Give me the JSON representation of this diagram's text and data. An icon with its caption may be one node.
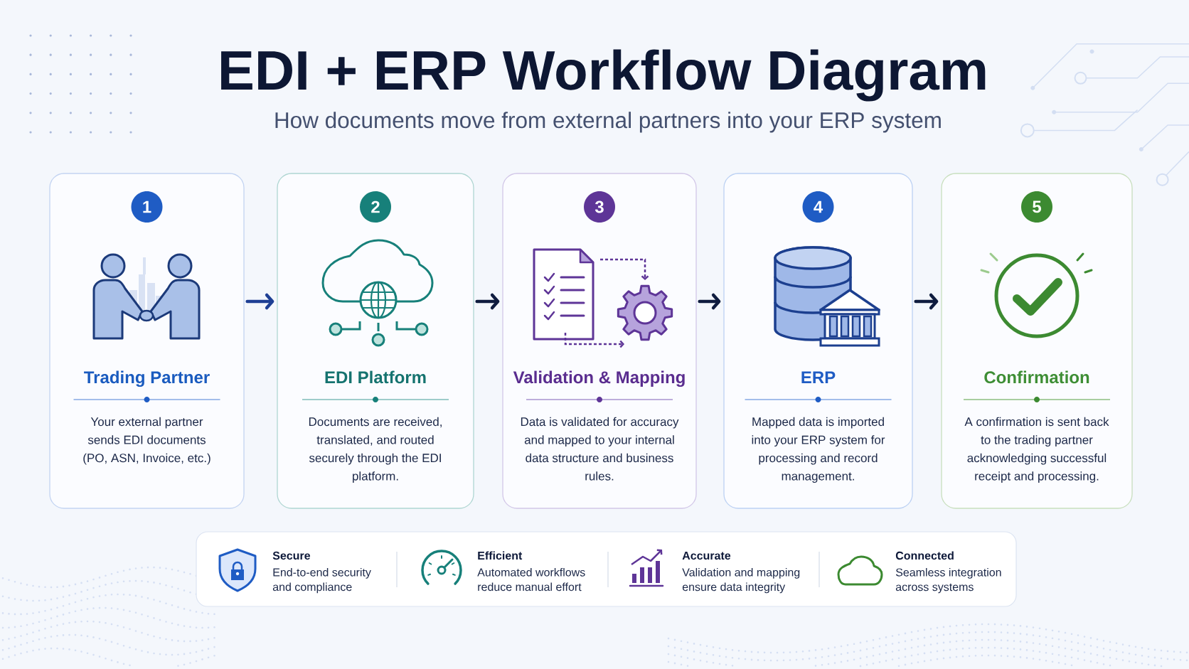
{
  "diagram": {
    "title": "EDI + ERP Workflow Diagram",
    "nodes": [
      {
        "text": [
          "Trading Partner",
          "Your external partner sends EDI documents (PO, ASN, Invoice, etc.)"
        ]
      },
      {
        "text": [
          "1"
        ],
        "in": 0
      },
      {
        "text": [
          "EDI Platform",
          "Documents are received, translated, and routed securely through the EDI platform."
        ]
      },
      {
        "text": [
          "2"
        ],
        "in": 2
      },
      {
        "text": [
          "Validation & Mapping",
          "Data is validated for accuracy and mapped to your internal data structure and business rules."
        ]
      },
      {
        "text": [
          "3"
        ],
        "in": 4
      },
      {
        "text": [
          "ERP",
          "Mapped data is imported into your ERP system for processing and record management."
        ]
      },
      {
        "text": [
          "4"
        ],
        "in": 6
      },
      {
        "text": [
          "Confirmation",
          "A confirmation is sent back to the trading partner acknowledging successful receipt and processing."
        ]
      },
      {
        "text": [
          "5"
        ],
        "in": 8
      },
      {
        "text": [
          "Secure",
          "End-to-end security and compliance",
          "Efficient",
          "Automated workflows reduce manual effort",
          "Accurate",
          "Validation and mapping ensure data integrity",
          "Connected",
          "Seamless integration across systems"
        ]
      }
    ],
    "edges": [
      {
        "from": 0,
        "to": 2,
        "arrow": "to",
        "color": "#1e3f94"
      },
      {
        "from": 2,
        "to": 4,
        "arrow": "to"
      },
      {
        "from": 4,
        "to": 6,
        "arrow": "to"
      },
      {
        "from": 6,
        "to": 8,
        "arrow": "to"
      }
    ],
    "labels": [
      "How documents move from external partners into your ERP system"
    ]
  }
}
